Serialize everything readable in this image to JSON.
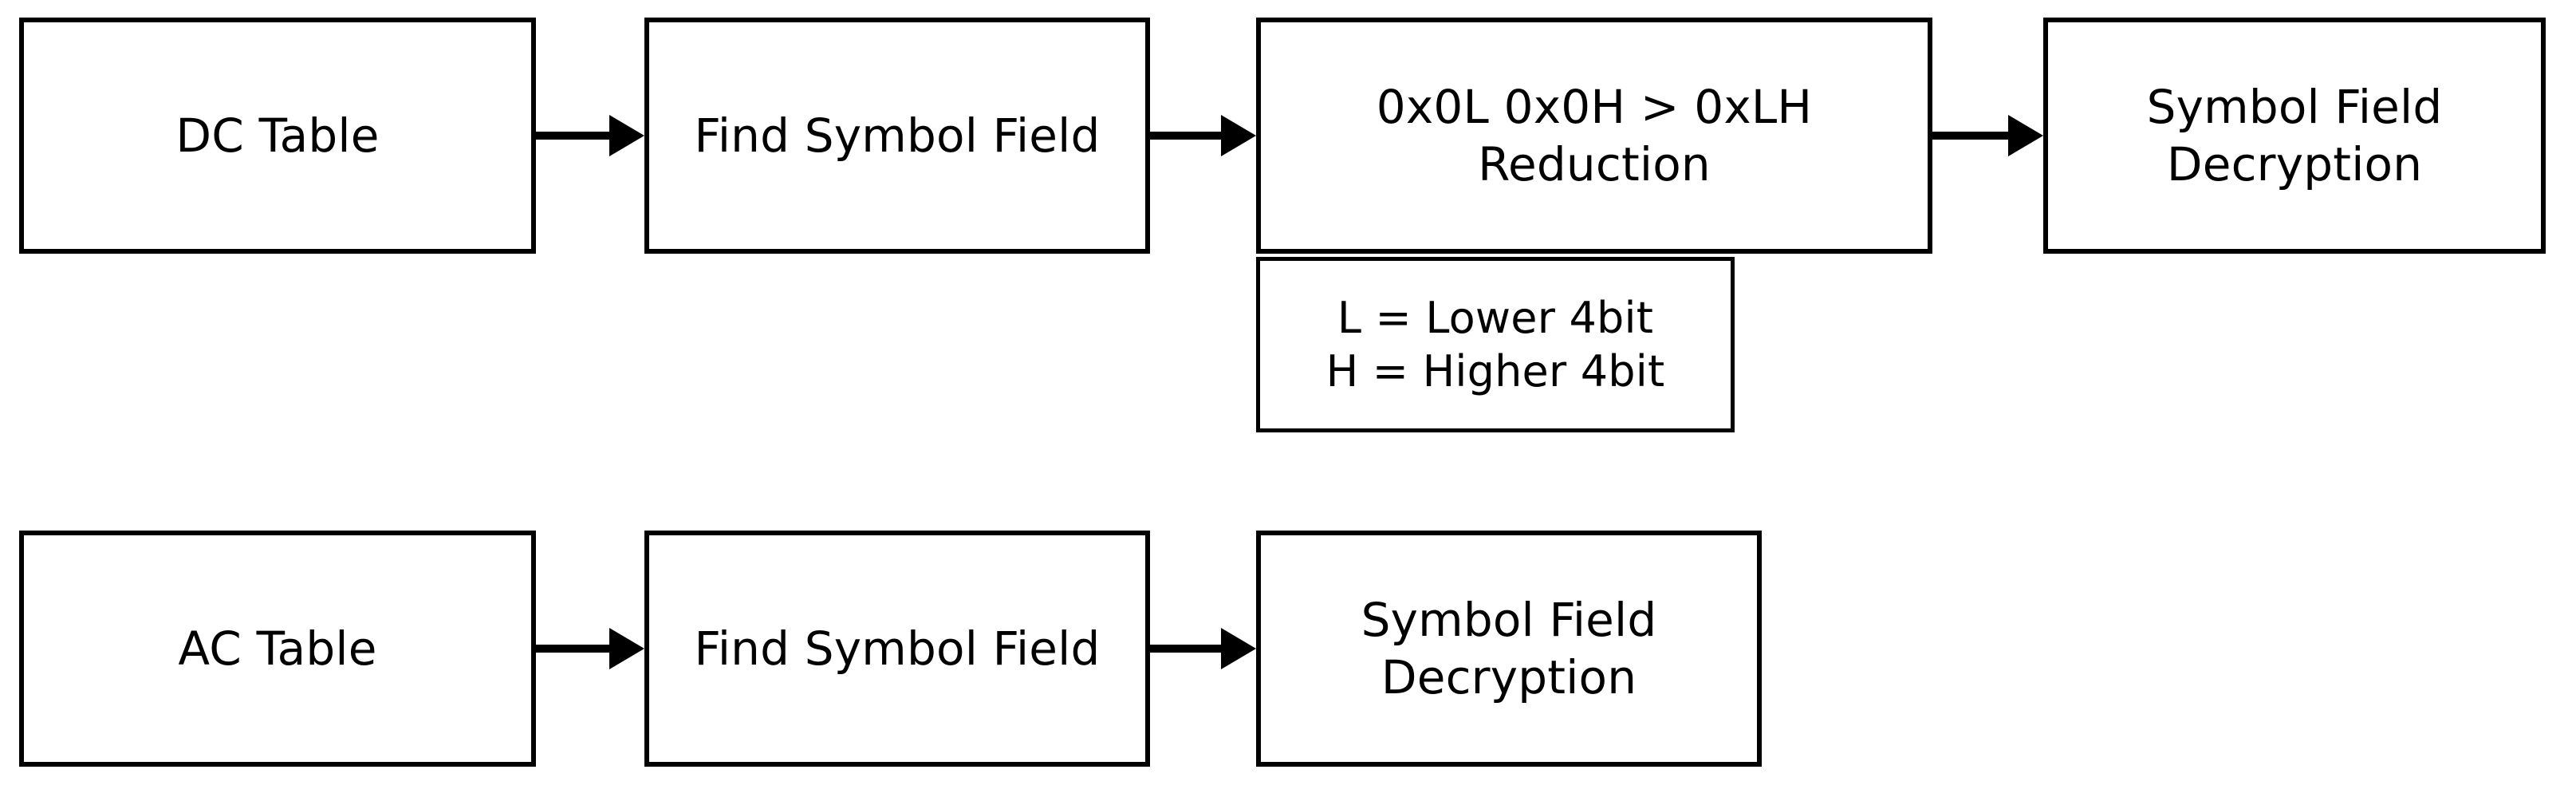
{
  "diagram": {
    "type": "flowchart",
    "title": "",
    "background_color": "#ffffff",
    "stroke_color": "#000000",
    "rows": [
      {
        "name": "dc-pipeline",
        "nodes": [
          {
            "id": "dc-table",
            "label": "DC Table"
          },
          {
            "id": "dc-find-symbol",
            "label": "Find Symbol Field"
          },
          {
            "id": "reduction",
            "label": "0x0L 0x0H > 0xLH\nReduction"
          },
          {
            "id": "dc-decryption",
            "label": "Symbol Field\nDecryption"
          }
        ],
        "annotation": {
          "id": "bit-legend",
          "label": "L = Lower 4bit\nH = Higher 4bit"
        }
      },
      {
        "name": "ac-pipeline",
        "nodes": [
          {
            "id": "ac-table",
            "label": "AC Table"
          },
          {
            "id": "ac-find-symbol",
            "label": "Find Symbol Field"
          },
          {
            "id": "ac-decryption",
            "label": "Symbol Field\nDecryption"
          }
        ]
      }
    ],
    "connectors": [
      {
        "id": "dc-1",
        "from": "dc-table",
        "to": "dc-find-symbol",
        "icon": "arrow-right-icon"
      },
      {
        "id": "dc-2",
        "from": "dc-find-symbol",
        "to": "reduction",
        "icon": "arrow-right-icon"
      },
      {
        "id": "dc-3",
        "from": "reduction",
        "to": "dc-decryption",
        "icon": "arrow-right-icon"
      },
      {
        "id": "ac-1",
        "from": "ac-table",
        "to": "ac-find-symbol",
        "icon": "arrow-right-icon"
      },
      {
        "id": "ac-2",
        "from": "ac-find-symbol",
        "to": "ac-decryption",
        "icon": "arrow-right-icon"
      }
    ]
  }
}
